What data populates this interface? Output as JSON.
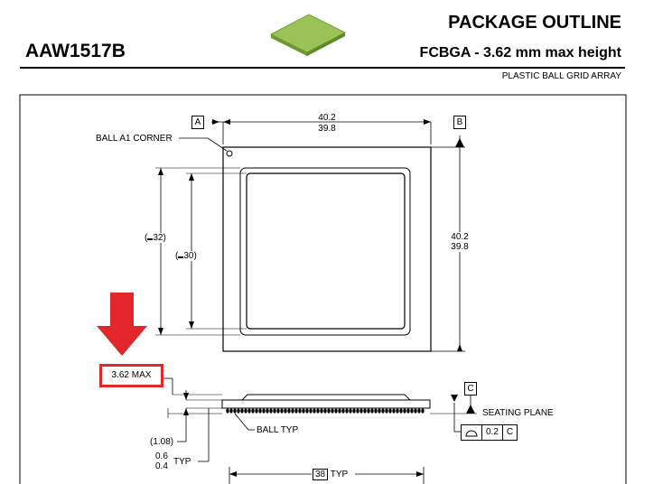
{
  "header": {
    "doc_id": "AAW1517B",
    "title": "PACKAGE OUTLINE",
    "subtitle": "FCBGA - 3.62 mm max height",
    "description": "PLASTIC BALL GRID ARRAY"
  },
  "colors": {
    "package_icon": "#8fbf4f",
    "highlight": "#e3262b"
  },
  "datums": {
    "a": "A",
    "b": "B",
    "c": "C"
  },
  "dims": {
    "width_max": "40.2",
    "width_min": "39.8",
    "length_max": "40.2",
    "length_min": "39.8",
    "outer_ref": "32",
    "inner_ref": "30",
    "height_max": "3.62 MAX",
    "standoff_ref": "(1.08)",
    "ball_max": "0.6",
    "ball_min": "0.4",
    "typ": "TYP",
    "pitch_span": "38",
    "pitch_typ": "TYP"
  },
  "labels": {
    "ball_a1": "BALL A1 CORNER",
    "ball_typ": "BALL TYP",
    "seating_plane": "SEATING PLANE",
    "flatness_value": "0.2",
    "flatness_datum": "C"
  },
  "annotations": {
    "arrow_color": "#e3262b"
  }
}
